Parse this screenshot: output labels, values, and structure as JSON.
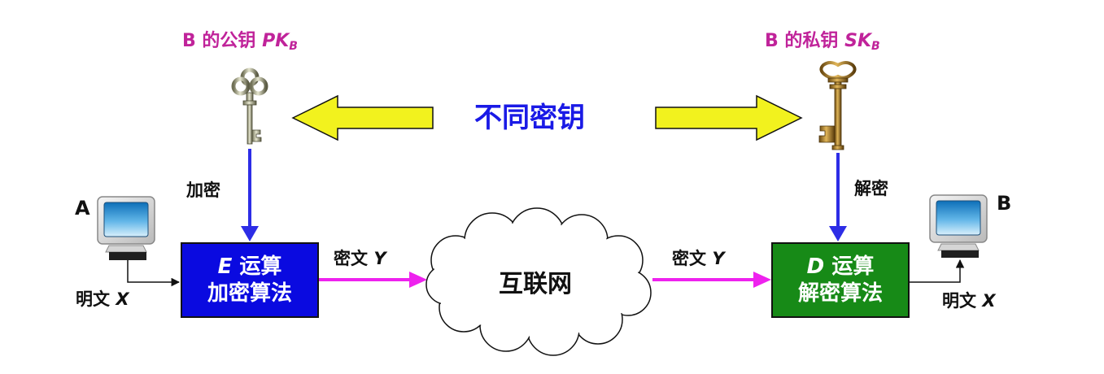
{
  "public_key": {
    "prefix": "B 的公钥 ",
    "symbol": "PK",
    "subscript": "B"
  },
  "private_key": {
    "prefix": "B 的私钥 ",
    "symbol": "SK",
    "subscript": "B"
  },
  "center_label": "不同密钥",
  "encrypt_label": "加密",
  "decrypt_label": "解密",
  "party_a": "A",
  "party_b": "B",
  "plaintext_left": {
    "text": "明文 ",
    "var": "X"
  },
  "plaintext_right": {
    "text": "明文 ",
    "var": "X"
  },
  "ciphertext_left": {
    "text": "密文 ",
    "var": "Y"
  },
  "ciphertext_right": {
    "text": "密文 ",
    "var": "Y"
  },
  "encrypt_box": {
    "op": "E",
    "line1_suffix": " 运算",
    "line2": "加密算法"
  },
  "decrypt_box": {
    "op": "D",
    "line1_suffix": " 运算",
    "line2": "解密算法"
  },
  "network_label": "互联网",
  "colors": {
    "key_title": "#c0239a",
    "center_title": "#1a1ae6",
    "encrypt_box": "#0a0ae0",
    "decrypt_box": "#178a17",
    "cipher_arrow": "#ee22ee",
    "key_arrow": "#2d2de6",
    "big_arrow_fill": "#f2f21e"
  }
}
